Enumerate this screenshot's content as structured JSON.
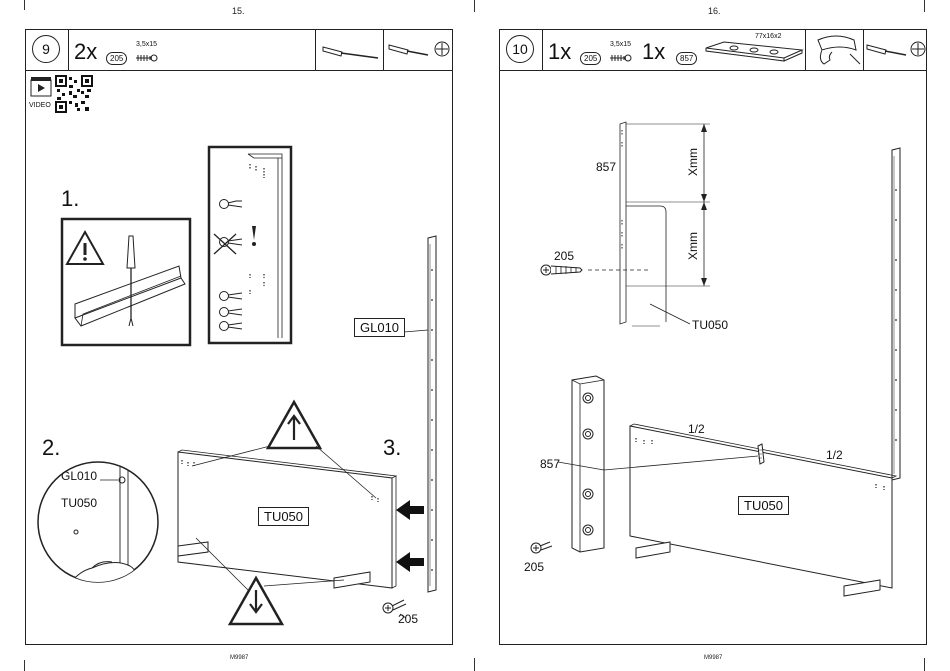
{
  "left_page": {
    "page_number": "15.",
    "step_number": "9",
    "quantity": "2x",
    "part_code": "205",
    "screw_size": "3,5x15",
    "video_label": "VIDEO",
    "substeps": [
      "1.",
      "2.",
      "3."
    ],
    "labels": {
      "gl010_right": "GL010",
      "gl010_circle": "GL010",
      "tu050_circle": "TU050",
      "tu050_panel": "TU050",
      "screw_callout": "205"
    },
    "footer": "M9987"
  },
  "right_page": {
    "page_number": "16.",
    "step_number": "10",
    "quantity_1": "1x",
    "part_code_1": "205",
    "screw_size": "3,5x15",
    "quantity_2": "1x",
    "part_code_2": "857",
    "plate_size": "77x16x2",
    "labels": {
      "plate_top": "857",
      "dim_top": "Xmm",
      "dim_bottom": "Xmm",
      "screw_top": "205",
      "tu050_top": "TU050",
      "half_left": "1/2",
      "half_right": "1/2",
      "plate_mid": "857",
      "tu050_panel": "TU050",
      "screw_bottom": "205"
    },
    "footer": "M9987"
  }
}
